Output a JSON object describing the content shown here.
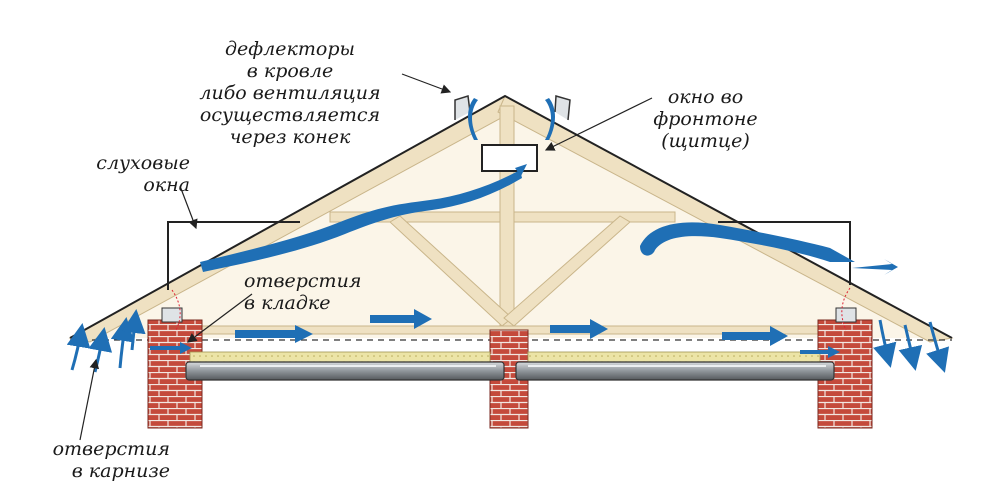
{
  "labels": {
    "deflectors": [
      "дефлекторы",
      "в кровле",
      "либо вентиляция",
      "осуществляется",
      "через конек"
    ],
    "gable_window": [
      "окно во",
      "фронтоне",
      "(щитце)"
    ],
    "dormer_windows": [
      "слуховые",
      "окна"
    ],
    "masonry_openings": [
      "отверстия",
      "в кладке"
    ],
    "eave_openings": [
      "отверстия",
      "в карнизе"
    ]
  },
  "colors": {
    "airflow": "#1f6fb5",
    "brick": "#c0473a",
    "timber": "#efe3c8",
    "outline": "#222222",
    "insulation": "#e8dfa0",
    "beam": "#8a8f94"
  }
}
